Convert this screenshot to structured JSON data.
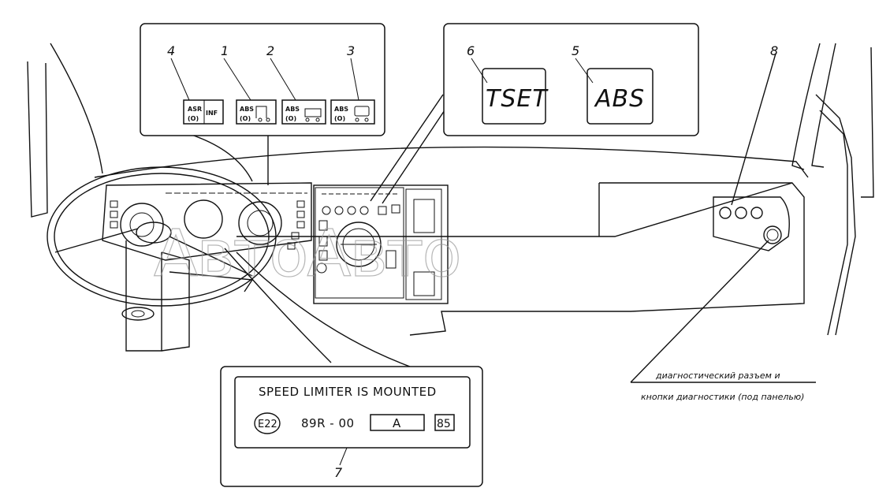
{
  "callouts": {
    "n1": "1",
    "n2": "2",
    "n3": "3",
    "n4": "4",
    "n5": "5",
    "n6": "6",
    "n7": "7",
    "n8": "8"
  },
  "lamps": {
    "asr": "ASR",
    "inf": "INF",
    "abs1": "ABS",
    "abs2": "ABS",
    "abs3": "ABS"
  },
  "displays": {
    "tset": "TSET",
    "abs": "ABS"
  },
  "plate": {
    "title": "SPEED LIMITER IS MOUNTED",
    "mark": "E22",
    "code": "89R - 00",
    "boxed": "A",
    "speed": "85"
  },
  "caption": {
    "line1": "диагностический разъем и",
    "line2": "кнопки диагностики (под панелью)"
  },
  "watermark": "АвтоАвто"
}
